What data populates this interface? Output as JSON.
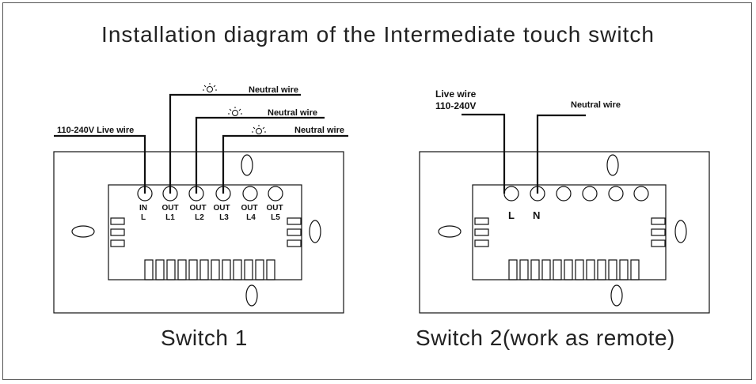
{
  "title": "Installation diagram of the Intermediate touch switch",
  "switch1": {
    "caption": "Switch 1",
    "live_label": "110-240V Live wire",
    "neutral_labels": [
      "Neutral wire",
      "Neutral wire",
      "Neutral wire"
    ],
    "terminals": [
      {
        "top": "IN",
        "bottom": "L"
      },
      {
        "top": "OUT",
        "bottom": "L1"
      },
      {
        "top": "OUT",
        "bottom": "L2"
      },
      {
        "top": "OUT",
        "bottom": "L3"
      },
      {
        "top": "OUT",
        "bottom": "L4"
      },
      {
        "top": "OUT",
        "bottom": "L5"
      }
    ],
    "lamp_icon": "light-bulb-icon"
  },
  "switch2": {
    "caption": "Switch 2(work as remote)",
    "live_label_line1": "Live wire",
    "live_label_line2": "110-240V",
    "neutral_label": "Neutral wire",
    "terminal_labels": [
      "L",
      "N"
    ]
  }
}
